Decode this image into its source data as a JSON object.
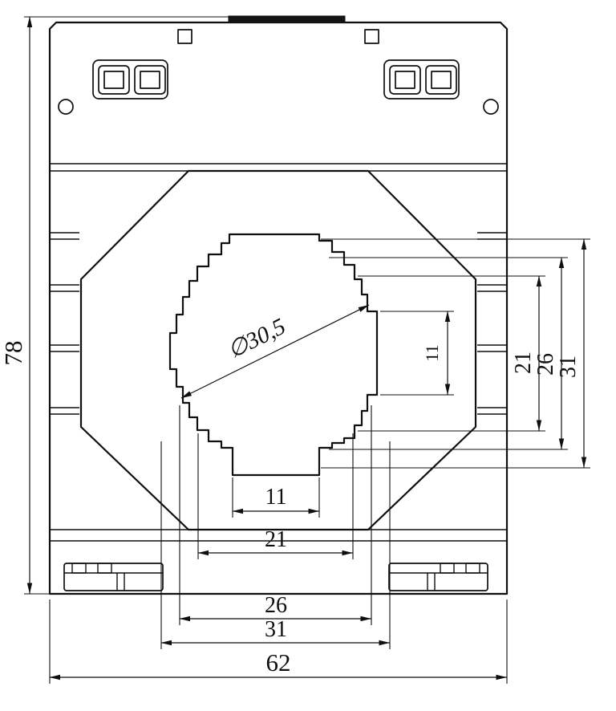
{
  "colors": {
    "line": "#0f0f0f",
    "background": "#ffffff"
  },
  "dims": {
    "height_78": "78",
    "width_62": "62",
    "diameter": "∅30,5",
    "bottom_11": "11",
    "bottom_21": "21",
    "bottom_26": "26",
    "bottom_31": "31",
    "right_11": "11",
    "right_21": "21",
    "right_26": "26",
    "right_31": "31"
  }
}
